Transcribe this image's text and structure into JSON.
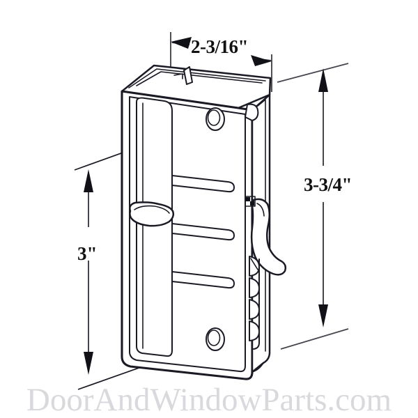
{
  "drawing": {
    "type": "technical-dimensional-line-drawing",
    "subject": "sliding screen door latch / pull handle",
    "view": "isometric",
    "background_color": "#ffffff",
    "line_color": "#1a1a24",
    "dimension_line_color": "#3b3b46"
  },
  "dimensions": {
    "width": {
      "label": "2-3/16\"",
      "orientation": "horizontal",
      "position": "top",
      "value": 2.1875,
      "unit": "inch"
    },
    "height_overall": {
      "label": "3-3/4\"",
      "orientation": "vertical",
      "position": "right",
      "value": 3.75,
      "unit": "inch"
    },
    "height_hole_spacing": {
      "label": "3\"",
      "orientation": "vertical",
      "position": "left",
      "value": 3.0,
      "unit": "inch"
    }
  },
  "watermark": {
    "text": "DoorAndWindowParts.com",
    "color": "#d9d9dd"
  },
  "features": {
    "screw_hole_top": "screw-hole",
    "screw_hole_bottom": "screw-hole",
    "thumb_lever": "thumb-latch-lever",
    "latch_hook": "latch-hook",
    "rib_slots": "ventilation-rib-slots",
    "edge_tabs": "edge-mounting-tabs"
  }
}
